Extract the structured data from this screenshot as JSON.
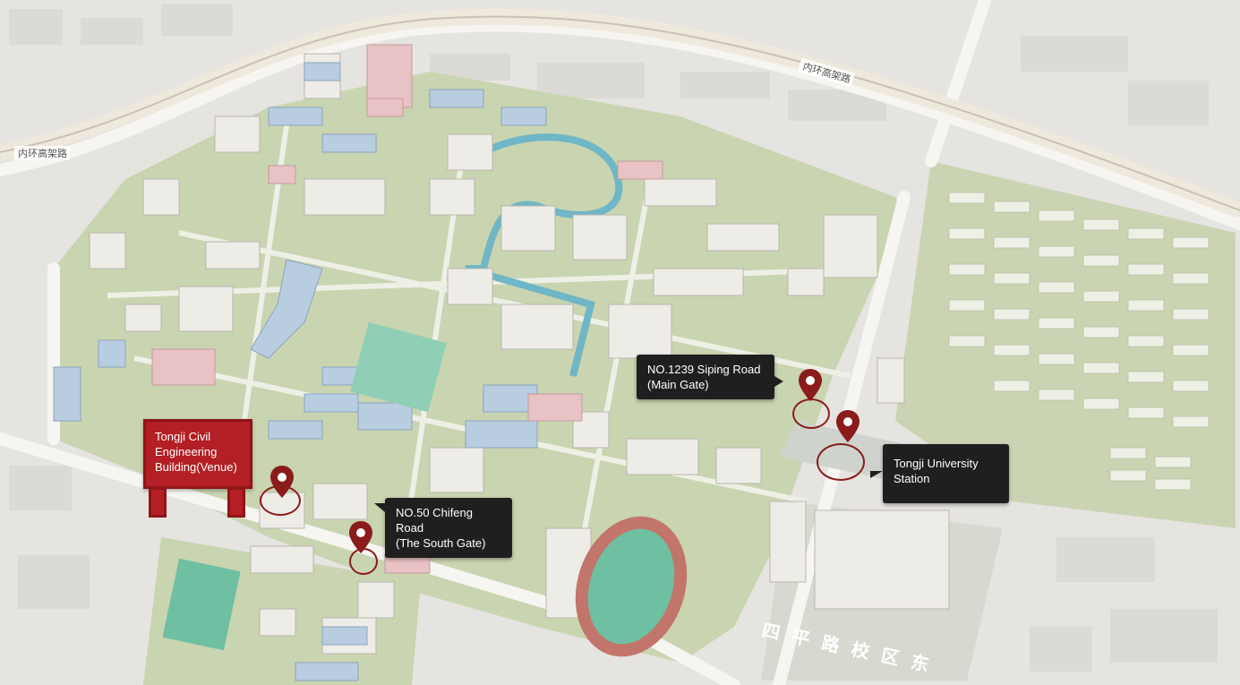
{
  "roads": {
    "inner_ring_elevated_west": "内环高架路",
    "inner_ring_elevated_north": "内环高架路"
  },
  "campus_name": "四平路校区东",
  "callouts": {
    "main_gate": "NO.1239 Siping Road\n(Main Gate)",
    "south_gate": "NO.50 Chifeng Road\n(The South Gate)",
    "station": "Tongji University\nStation"
  },
  "venue": {
    "label": "Tongji Civil\nEngineering\nBuilding(Venue)"
  },
  "icons": {
    "pin": "map-pin-icon",
    "ring": "location-ring"
  },
  "colors": {
    "pin": "#8a1c1c",
    "venue_board": "#b31f24",
    "callout_bg": "#1f1f1f",
    "campus_green": "#c9d4b1",
    "water": "#6fb6c6",
    "track": "#c2756a",
    "field": "#6fbfa2"
  }
}
